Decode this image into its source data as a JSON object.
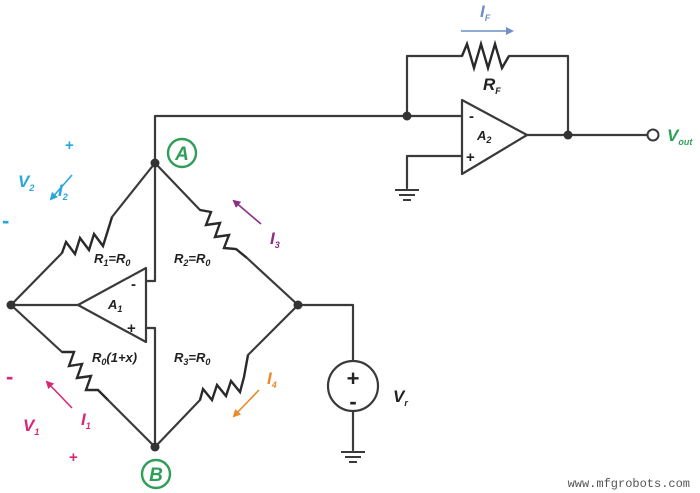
{
  "colors": {
    "green": "#2f9e58",
    "cyan": "#2aa7d9",
    "magenta": "#d6287a",
    "purple": "#8a2f87",
    "orange": "#ea8a2a",
    "blue_if": "#6f8fc8",
    "wire": "#3a3a3a"
  },
  "nodes": {
    "a": "A",
    "b": "B"
  },
  "components": {
    "r1": {
      "main": "R",
      "sub1": "1",
      "eq": "=R",
      "sub2": "0"
    },
    "r2": {
      "main": "R",
      "sub1": "2",
      "eq": "=R",
      "sub2": "0"
    },
    "r3": {
      "main": "R",
      "sub1": "3",
      "eq": "=R",
      "sub2": "0"
    },
    "rx": {
      "main": "R",
      "sub1": "0",
      "rest": "(1+x)"
    },
    "rf": {
      "main": "R",
      "sub": "F"
    },
    "a1": {
      "main": "A",
      "sub": "1"
    },
    "a2": {
      "main": "A",
      "sub": "2"
    },
    "vr": {
      "main": "V",
      "sub": "r"
    },
    "vout": {
      "main": "V",
      "sub": "out"
    }
  },
  "currents": {
    "i1": {
      "main": "I",
      "sub": "1"
    },
    "i2": {
      "main": "I",
      "sub": "2"
    },
    "i3": {
      "main": "I",
      "sub": "3"
    },
    "i4": {
      "main": "I",
      "sub": "4"
    },
    "if": {
      "main": "I",
      "sub": "F"
    }
  },
  "voltages": {
    "v1": {
      "main": "V",
      "sub": "1",
      "plus": "+",
      "minus": "-"
    },
    "v2": {
      "main": "V",
      "sub": "2",
      "plus": "+",
      "minus": "-"
    }
  },
  "opamp_signs": {
    "minus": "-",
    "plus": "+"
  },
  "source_signs": {
    "plus": "+",
    "minus": "-"
  },
  "watermark": "www.mfgrobots.com"
}
